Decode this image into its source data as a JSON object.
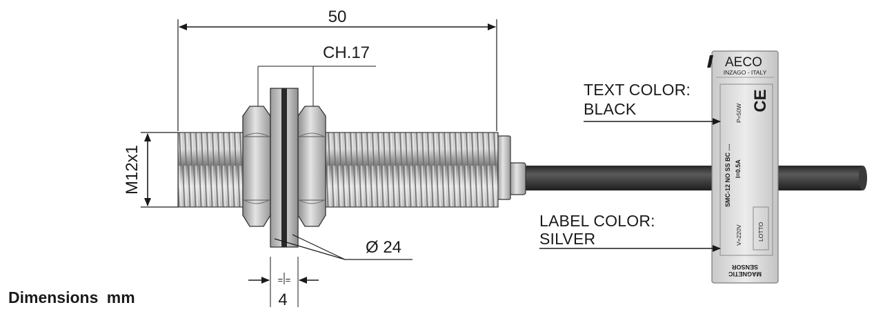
{
  "dimensions": {
    "length": "50",
    "wrench": "CH.17",
    "thread": "M12x1",
    "washer_diameter": "Ø 24",
    "nut_thickness": "4",
    "equal_marks": "= ="
  },
  "callouts": {
    "text_color": [
      "TEXT COLOR:",
      "BLACK"
    ],
    "label_color": [
      "LABEL COLOR:",
      "SILVER"
    ]
  },
  "label": {
    "brand": "AECO",
    "origin": "INZAGO - ITALY",
    "model": "SMC-12 NO SS BC ....",
    "current": "I=0.5A",
    "power": "P=50W",
    "voltage": "V=220V",
    "lotto": "LOTTO",
    "sensor_line1": "MAGNETIC",
    "sensor_line2": "SENSOR"
  },
  "footer": "Dimensions mm",
  "colors": {
    "cable": "#3a3a3a",
    "thread_light": "#e0e0e0",
    "thread_dark": "#8a8a8a",
    "label_body": "#d9d9d9"
  }
}
